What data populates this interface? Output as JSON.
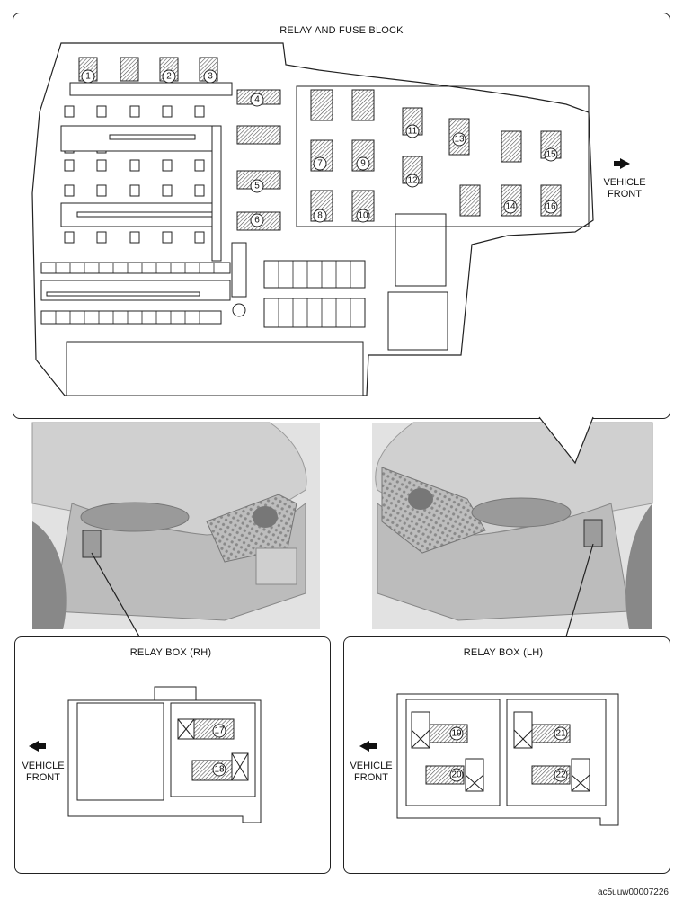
{
  "top_panel": {
    "title": "RELAY AND FUSE BLOCK",
    "vehicle_front": [
      "VEHICLE",
      "FRONT"
    ]
  },
  "rh_panel": {
    "title": "RELAY BOX (RH)",
    "vehicle_front": [
      "VEHICLE",
      "FRONT"
    ]
  },
  "lh_panel": {
    "title": "RELAY BOX (LH)",
    "vehicle_front": [
      "VEHICLE",
      "FRONT"
    ]
  },
  "relay_numbers": [
    "1",
    "2",
    "3",
    "4",
    "5",
    "6",
    "7",
    "8",
    "9",
    "10",
    "11",
    "12",
    "13",
    "14",
    "15",
    "16",
    "17",
    "18",
    "19",
    "20",
    "21",
    "22"
  ],
  "figure_code": "ac5uuw00007226"
}
